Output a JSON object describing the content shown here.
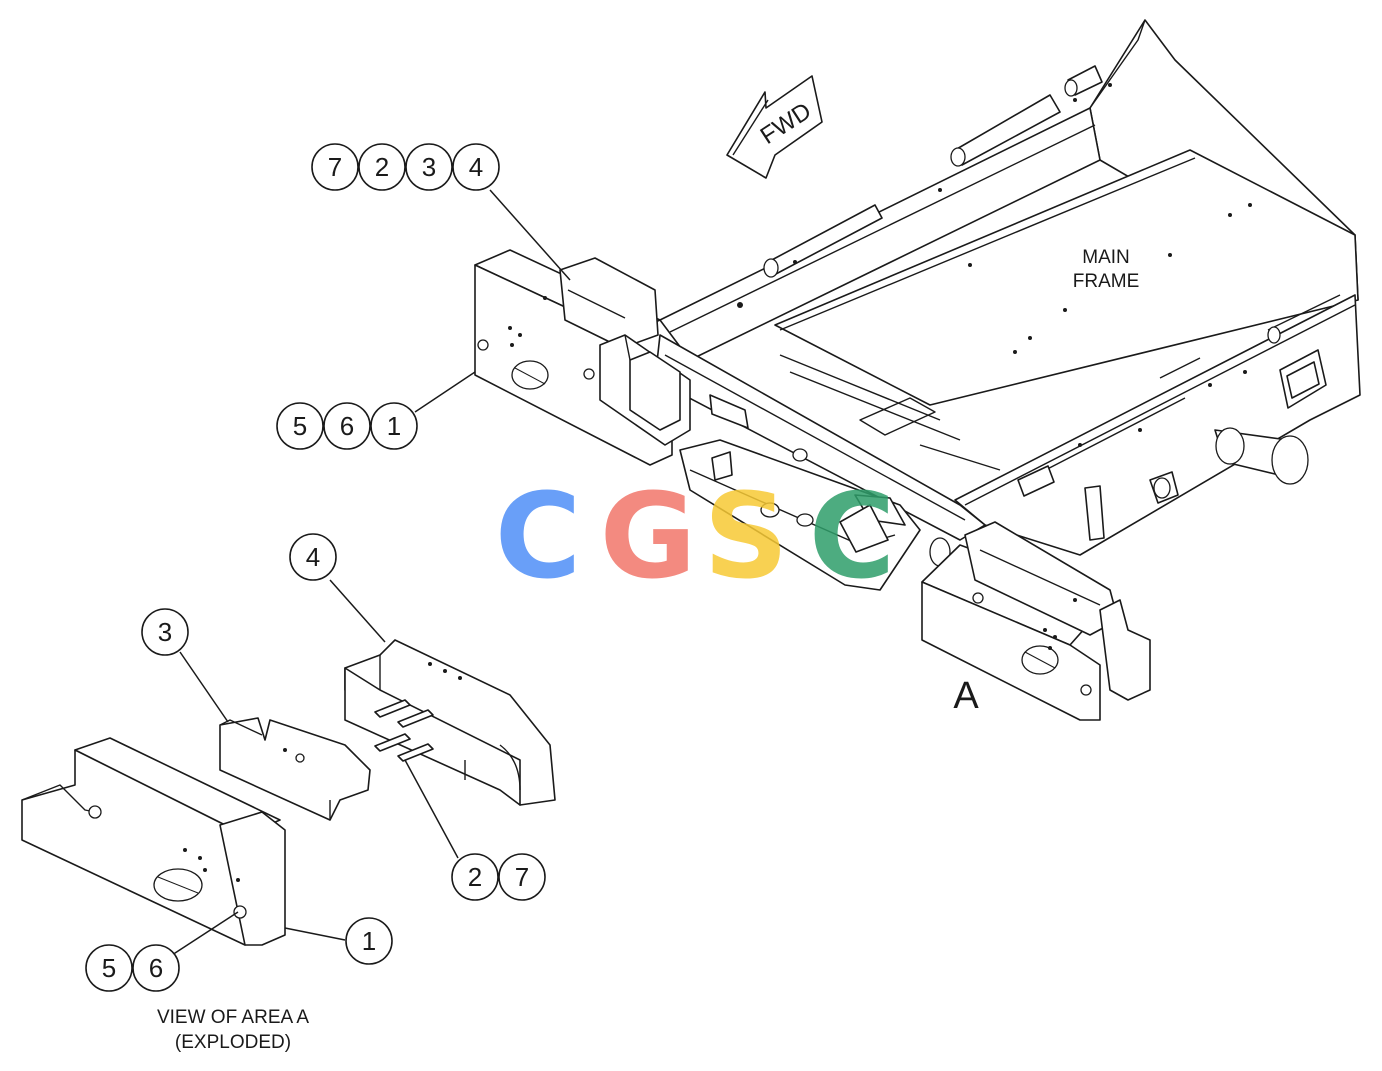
{
  "labels": {
    "main_frame": [
      "MAIN",
      "FRAME"
    ],
    "area": "A",
    "view": [
      "VIEW OF AREA A",
      "(EXPLODED)"
    ],
    "fwd": "FWD"
  },
  "balloons": {
    "top_group": [
      "7",
      "2",
      "3",
      "4"
    ],
    "mid_group": [
      "5",
      "6",
      "1"
    ],
    "exploded_4": "4",
    "exploded_3": "3",
    "exploded_27": [
      "2",
      "7"
    ],
    "exploded_1": "1",
    "exploded_56": [
      "5",
      "6"
    ]
  },
  "watermark": {
    "letters": [
      "C",
      "G",
      "S",
      "C"
    ],
    "colors": [
      "#4f8ff7",
      "#f2766a",
      "#f7c934",
      "#2f9e6a"
    ]
  },
  "colors": {
    "line": "#1a1a1a",
    "background": "#ffffff"
  }
}
